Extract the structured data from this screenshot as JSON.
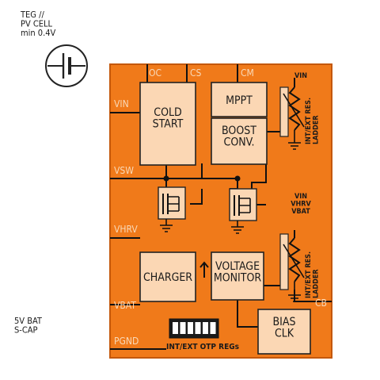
{
  "colors": {
    "chip": "#f07a1a",
    "chip_border": "#c4580a",
    "block": "#fbd7b4",
    "pin_text": "#f9d9b8",
    "wire": "#111111"
  },
  "external": {
    "source_label": "TEG //\nPV CELL\nmin 0.4V",
    "storage_label": "5V BAT\nS-CAP",
    "source_icon": "battery-cell-icon"
  },
  "pins": {
    "oc": "OC",
    "cs": "CS",
    "cm": "CM",
    "vin": "VIN",
    "vsw": "VSW",
    "vhrv": "VHRV",
    "vbat": "VBAT",
    "pgnd": "PGND",
    "cb": "CB"
  },
  "blocks": {
    "cold_start": "COLD\nSTART",
    "mppt": "MPPT",
    "boost": "BOOST\nCONV.",
    "charger": "CHARGER",
    "voltage_monitor": "VOLTAGE\nMONITOR",
    "bias_clk": "BIAS\nCLK"
  },
  "ladders": {
    "top": {
      "label": "INT/EXT RES.\nLADDER",
      "inputs": "VIN"
    },
    "bottom": {
      "label": "INT/EXT RES.\nLADDER",
      "inputs": "VIN\nVHRV\nVBAT"
    }
  },
  "otp": {
    "label": "INT/EXT OTP REGs",
    "switches": 6
  }
}
